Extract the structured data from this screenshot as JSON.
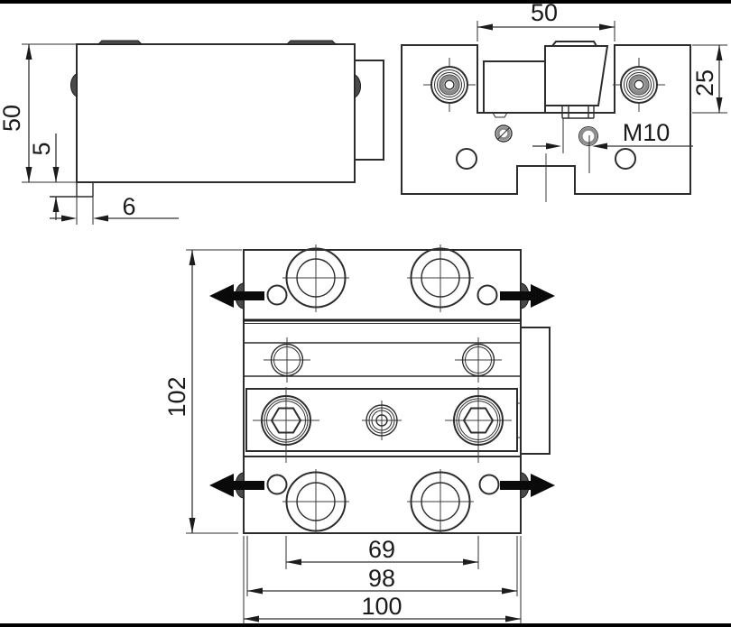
{
  "colors": {
    "line": "#2d2d2d",
    "dark_fill": "#4a4a4a",
    "gray_ring": "#8c8c8c",
    "arrow_fill": "#0a0a0a",
    "background": "#ffffff"
  },
  "views": {
    "side_view": {
      "dims": {
        "height": "50",
        "foot_height": "5",
        "foot_width": "6"
      }
    },
    "end_view": {
      "dims": {
        "slot_width": "50",
        "slot_depth": "25",
        "thread_label": "M10"
      }
    },
    "plan_view": {
      "dims": {
        "length": "102",
        "port_spacing": "69",
        "body_width": "98",
        "overall_width": "100"
      }
    }
  }
}
